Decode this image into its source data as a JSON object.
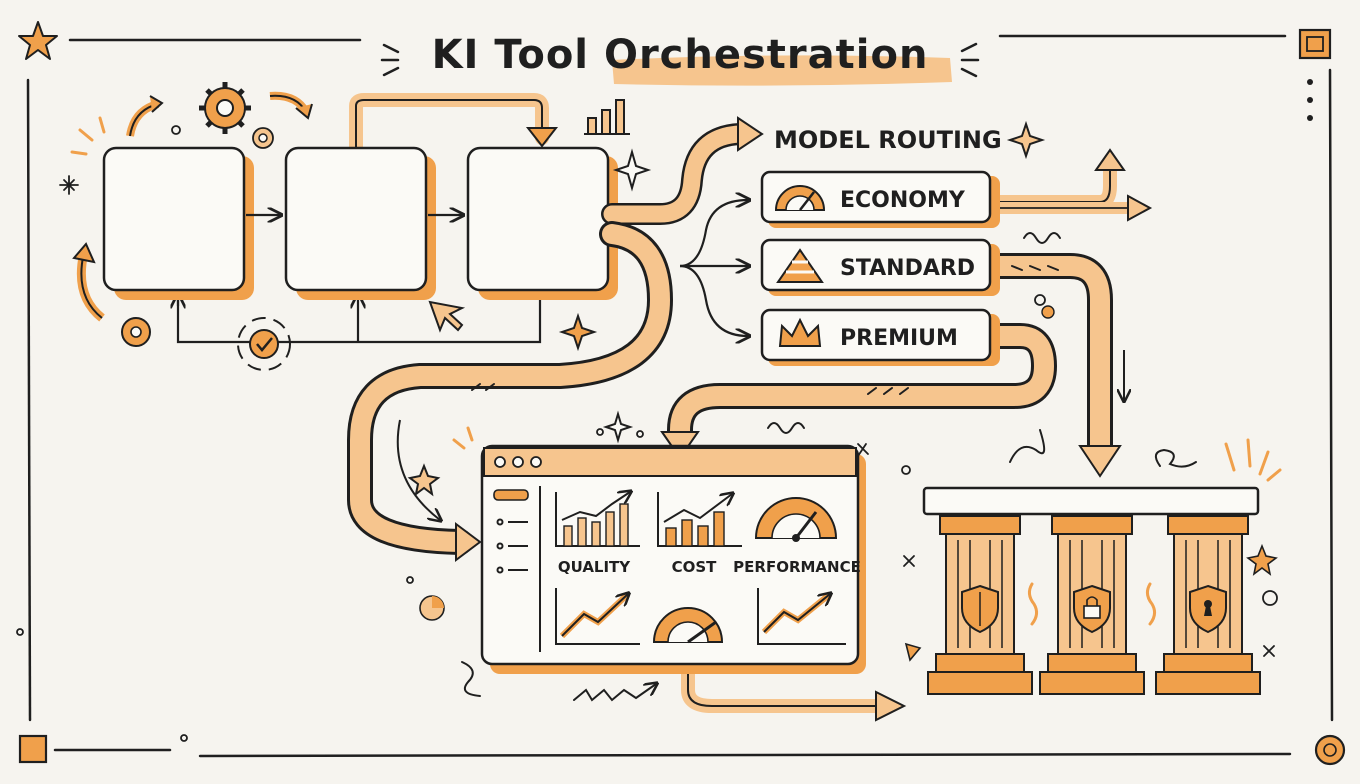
{
  "title": "KI Tool Orchestration",
  "routing": {
    "heading": "MODEL ROUTING",
    "tiers": [
      {
        "label": "ECONOMY",
        "icon": "speedometer-icon"
      },
      {
        "label": "STANDARD",
        "icon": "pyramid-icon"
      },
      {
        "label": "PREMIUM",
        "icon": "crown-icon"
      }
    ]
  },
  "dashboard": {
    "metrics": [
      {
        "label": "QUALITY",
        "icon": "bar-line-chart-icon"
      },
      {
        "label": "COST",
        "icon": "bar-chart-icon"
      },
      {
        "label": "PERFORMANCE",
        "icon": "gauge-icon"
      }
    ]
  },
  "pillars": [
    {
      "icon": "shield-icon"
    },
    {
      "icon": "shield-lock-icon"
    },
    {
      "icon": "shield-keyhole-icon"
    }
  ],
  "colors": {
    "accent": "#f0a04b",
    "accent_light": "#f6c58e",
    "accent_dark": "#d9822b",
    "ink": "#1f1f1f",
    "paper": "#f6f4ef"
  }
}
